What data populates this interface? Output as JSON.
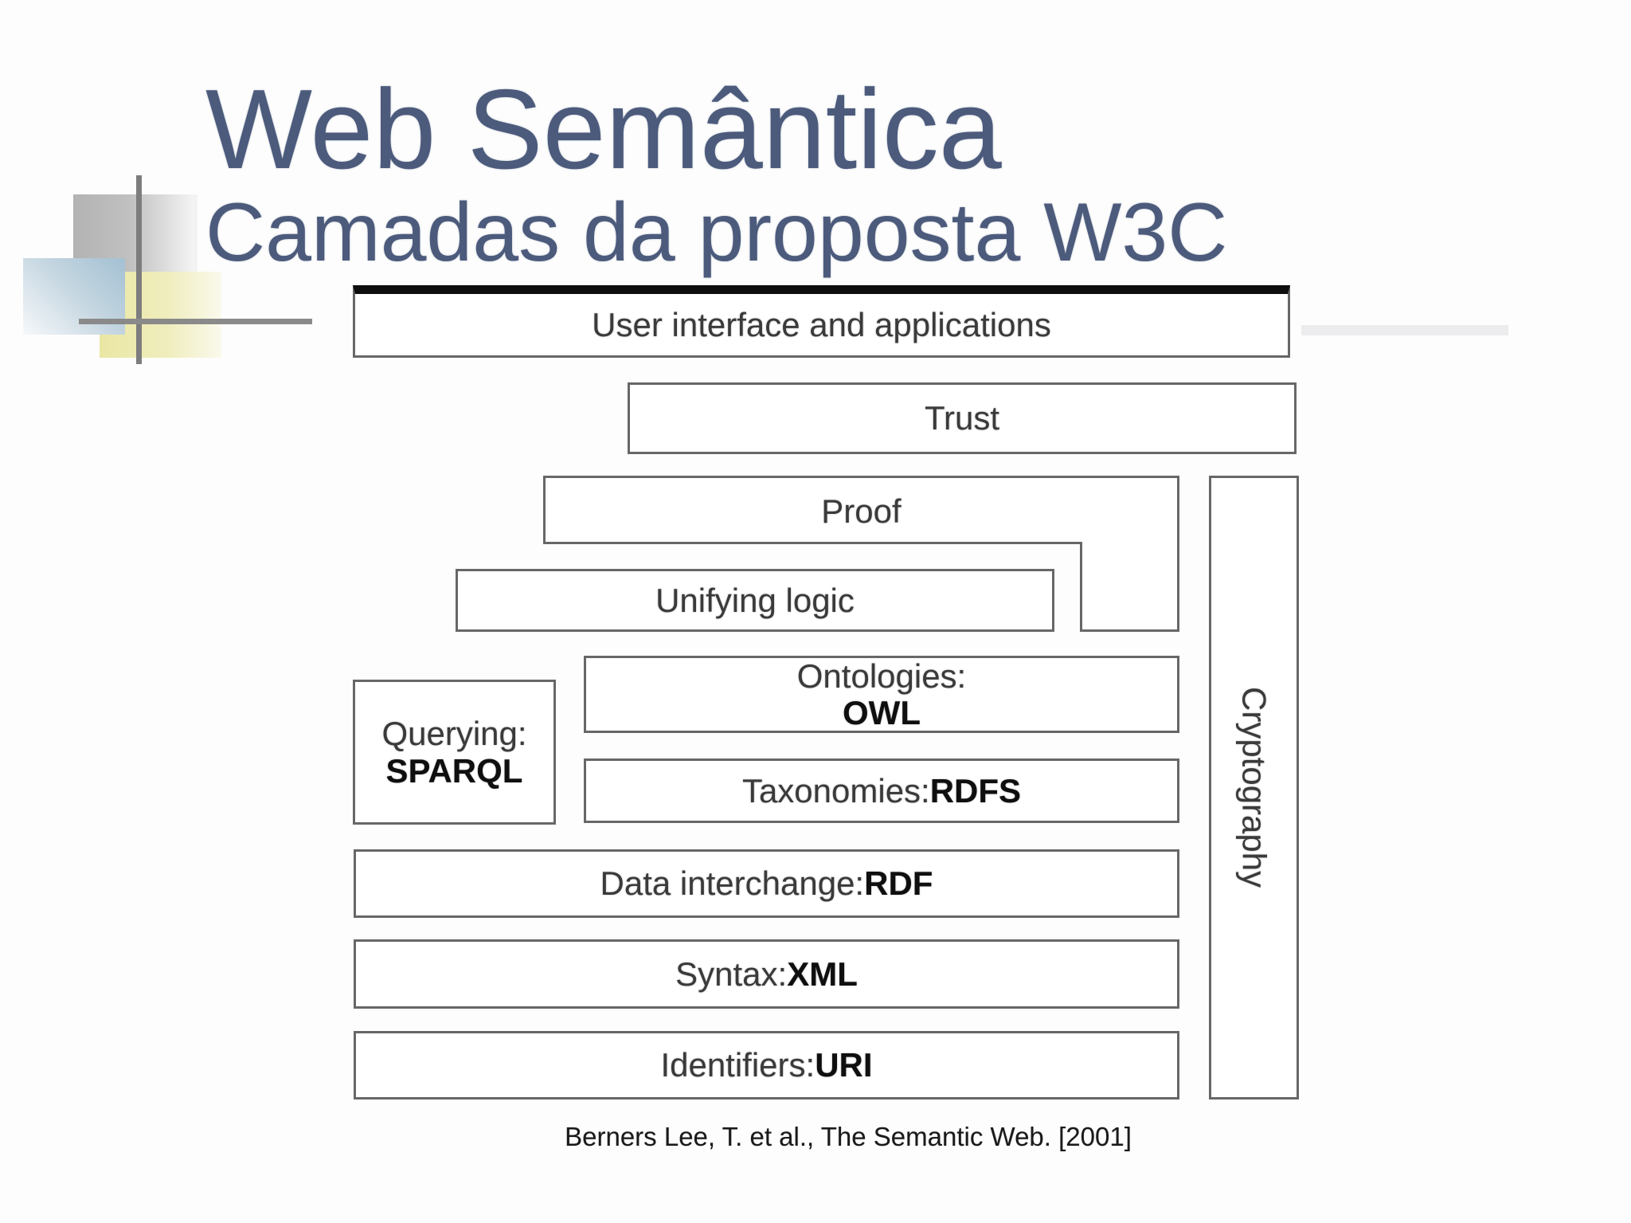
{
  "slide": {
    "title": "Web Semântica",
    "subtitle": "Camadas da proposta W3C",
    "citation": "Berners Lee, T. et al., The Semantic Web. [2001]"
  },
  "colors": {
    "heading_text": "#4c5b7c",
    "box_border": "#676767",
    "box_text": "#3a3a3a",
    "ui_box_top_border": "#0e0e0e",
    "decoration_gray": "#b3b3b3",
    "decoration_blue": "#a3c0d3",
    "decoration_yellow": "#eae7a4",
    "crosshair_line": "#7d7d7d"
  },
  "diagram": {
    "layers": {
      "ui": {
        "label": "User interface and applications"
      },
      "trust": {
        "label": "Trust"
      },
      "proof": {
        "label": "Proof"
      },
      "unifying": {
        "label": "Unifying logic"
      },
      "querying": {
        "label": "Querying:",
        "term": "SPARQL"
      },
      "ontologies": {
        "label": "Ontologies:",
        "term": "OWL"
      },
      "taxonomies": {
        "label": "Taxonomies: ",
        "term": "RDFS"
      },
      "data_interchange": {
        "label": "Data interchange: ",
        "term": "RDF"
      },
      "syntax": {
        "label": "Syntax: ",
        "term": "XML"
      },
      "identifiers": {
        "label": "Identifiers: ",
        "term": "URI"
      },
      "cryptography": {
        "label": "Cryptography"
      }
    }
  }
}
